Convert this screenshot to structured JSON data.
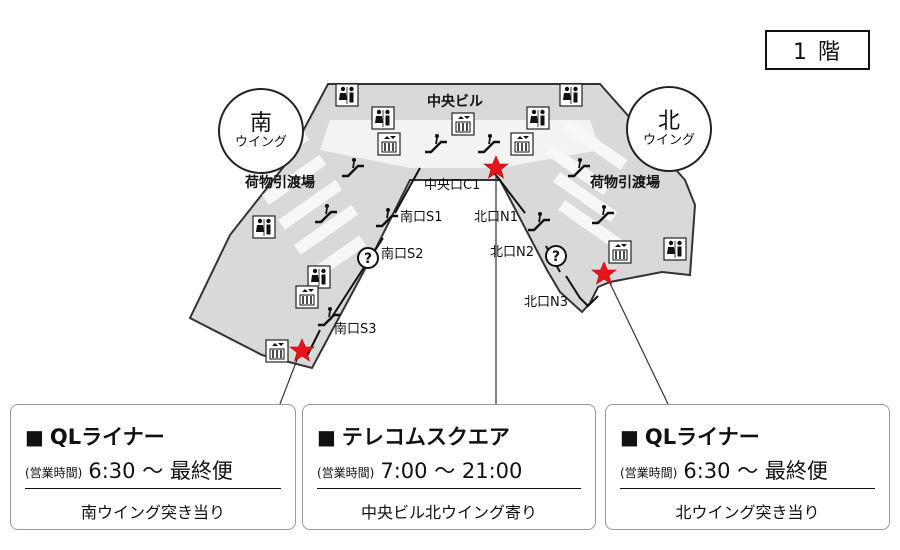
{
  "floor": {
    "label": "1 階"
  },
  "wings": {
    "south": {
      "big": "南",
      "small": "ウイング"
    },
    "north": {
      "big": "北",
      "small": "ウイング"
    }
  },
  "labels": {
    "central_building": "中央ビル",
    "baggage_south": "荷物引渡場",
    "baggage_north": "荷物引渡場",
    "gate_c1": "中央口C1",
    "gate_s1": "南口S1",
    "gate_s2": "南口S2",
    "gate_s3": "南口S3",
    "gate_n1": "北口N1",
    "gate_n2": "北口N2",
    "gate_n3": "北口N3"
  },
  "icons": {
    "toilet": "restroom-icon",
    "elevator": "elevator-icon",
    "escalator": "escalator-icon",
    "info": "information-icon",
    "marker": "star-marker-icon"
  },
  "colors": {
    "marker": "#e8141c",
    "floor": "#d9d9d9",
    "outline": "#333333"
  },
  "cards": [
    {
      "square": "■",
      "name": "QLライナー",
      "hours_label": "(営業時間)",
      "hours": "6:30 ～ 最終便",
      "location": "南ウイング突き当り"
    },
    {
      "square": "■",
      "name": "テレコムスクエア",
      "hours_label": "(営業時間)",
      "hours": "7:00 ～ 21:00",
      "location": "中央ビル北ウイング寄り"
    },
    {
      "square": "■",
      "name": "QLライナー",
      "hours_label": "(営業時間)",
      "hours": "6:30 ～ 最終便",
      "location": "北ウイング突き当り"
    }
  ]
}
